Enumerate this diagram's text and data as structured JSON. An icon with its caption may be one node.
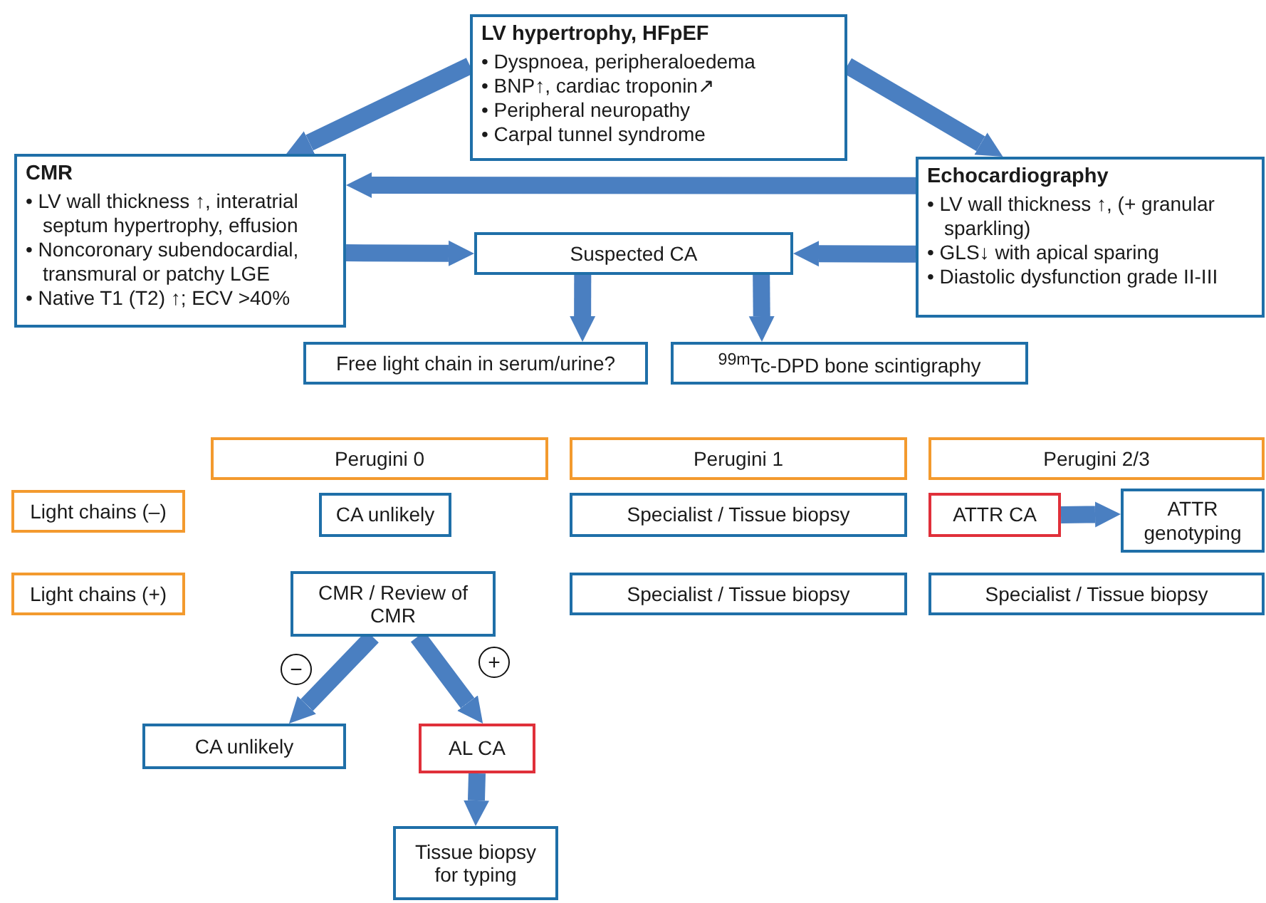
{
  "diagram": {
    "nodes": [
      {
        "text": [
          "LV hypertrophy, HFpEF",
          "• Dyspnoea, peripheraloedema",
          "• BNP↑, cardiac troponin↗",
          "• Peripheral neuropathy",
          "• Carpal tunnel syndrome"
        ]
      },
      {
        "text": [
          "CMR",
          "• LV wall thickness ↑, interatrial septum hypertrophy, effusion",
          "• Noncoronary subendocardial, transmural or patchy LGE",
          "• Native T1 (T2) ↑; ECV >40%"
        ]
      },
      {
        "text": [
          "Echocardiography",
          "• LV wall thickness ↑, (+ granular sparkling)",
          "• GLS↓ with apical sparing",
          "• Diastolic dysfunction grade II-III"
        ]
      },
      {
        "text": [
          "Suspected CA"
        ]
      },
      {
        "text": [
          "Free light chain in serum/urine?"
        ]
      },
      {
        "text": [
          "$^{99m}$Tc-DPD bone scintigraphy"
        ]
      },
      {
        "text": [
          "Perugini 0"
        ]
      },
      {
        "text": [
          "Perugini 1"
        ]
      },
      {
        "text": [
          "Perugini 2/3"
        ]
      },
      {
        "text": [
          "Light chains (–)"
        ]
      },
      {
        "text": [
          "CA unlikely"
        ]
      },
      {
        "text": [
          "Specialist / Tissue biopsy"
        ]
      },
      {
        "text": [
          "ATTR CA"
        ]
      },
      {
        "text": [
          "ATTR genotyping"
        ]
      },
      {
        "text": [
          "Light chains (+)"
        ]
      },
      {
        "text": [
          "CMR / Review of CMR"
        ]
      },
      {
        "text": [
          "Specialist / Tissue biopsy"
        ]
      },
      {
        "text": [
          "Specialist / Tissue biopsy"
        ]
      },
      {
        "text": [
          "CA unlikely"
        ]
      },
      {
        "text": [
          "AL CA"
        ]
      },
      {
        "text": [
          "Tissue biopsy for typing"
        ]
      }
    ],
    "edges": [
      {
        "from": 0,
        "to": 1,
        "arrow": "to"
      },
      {
        "from": 0,
        "to": 2,
        "arrow": "to"
      },
      {
        "from": 2,
        "to": 1,
        "arrow": "to"
      },
      {
        "from": 1,
        "to": 3,
        "arrow": "to"
      },
      {
        "from": 2,
        "to": 3,
        "arrow": "to"
      },
      {
        "from": 3,
        "to": 4,
        "arrow": "to"
      },
      {
        "from": 3,
        "to": 5,
        "arrow": "to"
      },
      {
        "from": 12,
        "to": 13,
        "arrow": "to"
      },
      {
        "from": 15,
        "to": 18,
        "arrow": "to"
      },
      {
        "from": 15,
        "to": 19,
        "arrow": "to"
      },
      {
        "from": 19,
        "to": 20,
        "arrow": "to"
      }
    ],
    "labels": [
      "−",
      "+"
    ]
  }
}
